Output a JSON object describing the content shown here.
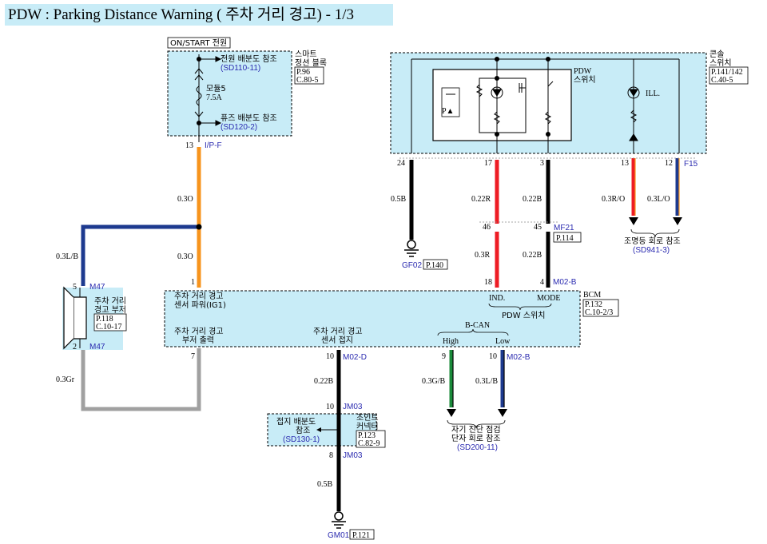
{
  "title": "PDW : Parking Distance Warning ( 주차 거리 경고) - 1/3",
  "smart_junction": {
    "header": "ON/START 전원",
    "name_1": "스마트",
    "name_2": "정션 블록",
    "ref_page": "P.96",
    "ref_conn": "C.80-5",
    "power_dist_label": "전원 배분도 참조",
    "power_dist_ref": "(SD110-11)",
    "fuse_label_1": "모듈5",
    "fuse_label_2": "7.5A",
    "fuse_dist_label": "퓨즈 배분도 참조",
    "fuse_dist_ref": "(SD120-2)",
    "pin": "13",
    "connector": "I/P-F"
  },
  "console_switch": {
    "name_1": "콘솔",
    "name_2": "스위치",
    "ref_page": "P.141/142",
    "ref_conn": "C.40-5",
    "pdw_label_1": "PDW",
    "pdw_label_2": "스위치",
    "ill_label": "ILL.",
    "pins": [
      "24",
      "17",
      "3",
      "13",
      "12"
    ],
    "connector": "F15"
  },
  "wires": {
    "w_ipf_top": "0.3O",
    "w_ipf_bottom": "0.3O",
    "w_buzzer_top": "0.3L/B",
    "w_buzzer_bottom": "0.3Gr",
    "w_ground_f15": "0.5B",
    "w_ind_top": "0.22R",
    "w_ind_bottom": "0.3R",
    "w_mode_top": "0.22B",
    "w_mode_bottom": "0.22B",
    "w_ill_ro": "0.3R/O",
    "w_ill_lo": "0.3L/O",
    "w_sensor_top": "0.22B",
    "w_sensor_bottom": "0.5B",
    "w_can_high": "0.3G/B",
    "w_can_low": "0.3L/B"
  },
  "ground_gf02": {
    "name": "GF02",
    "page": "P.140"
  },
  "mf21": {
    "pin_a": "46",
    "pin_b": "45",
    "connector": "MF21",
    "page": "P.114"
  },
  "ill_ref": {
    "label": "조명등 회로 참조",
    "ref": "(SD941-3)"
  },
  "buzzer": {
    "pin_top": "5",
    "pin_bottom": "2",
    "connector": "M47",
    "name_1": "주차 거리",
    "name_2": "경고 부저",
    "ref_page": "P.118",
    "ref_conn": "C.10-17"
  },
  "bcm": {
    "name": "BCM",
    "ref_page": "P.132",
    "ref_conn": "C.10-2/3",
    "power_label_1": "주차 거리 경고",
    "power_label_2": "센서 파워(IG1)",
    "buzzer_out_1": "주차 거리 경고",
    "buzzer_out_2": "부저 출력",
    "sensor_gnd_1": "주차 거리 경고",
    "sensor_gnd_2": "센서 접지",
    "ind_label": "IND.",
    "mode_label": "MODE",
    "pdw_switch": "PDW 스위치",
    "bcan": "B-CAN",
    "high": "High",
    "low": "Low",
    "pin_power": "1",
    "pin_buzzer": "7",
    "pin_sensor": "10",
    "pin_ind": "18",
    "pin_mode": "4",
    "pin_high": "9",
    "pin_low": "10",
    "conn_m02b": "M02-B",
    "conn_m02d": "M02-D",
    "conn_m02b_low": "M02-B"
  },
  "diag_ref": {
    "label_1": "자기 진단 점검",
    "label_2": "단자 회로 참조",
    "ref": "(SD200-11)"
  },
  "joint": {
    "pin_top": "10",
    "pin_bottom": "8",
    "connector": "JM03",
    "name_1": "조인트",
    "name_2": "커넥터",
    "ref_page": "P.123",
    "ref_conn": "C.82-9",
    "gnd_label_1": "접지 배분도",
    "gnd_label_2": "참조",
    "gnd_ref": "(SD130-1)"
  },
  "ground_gm01": {
    "name": "GM01",
    "page": "P.121"
  },
  "colors": {
    "orange": "#f7941d",
    "navy": "#1d3a8f",
    "gray": "#a0a0a0",
    "black": "#000000",
    "red": "#ee1c24",
    "green": "#1a8a3a",
    "panel": "#c8ecf7",
    "blue_text": "#2b2bb0"
  }
}
